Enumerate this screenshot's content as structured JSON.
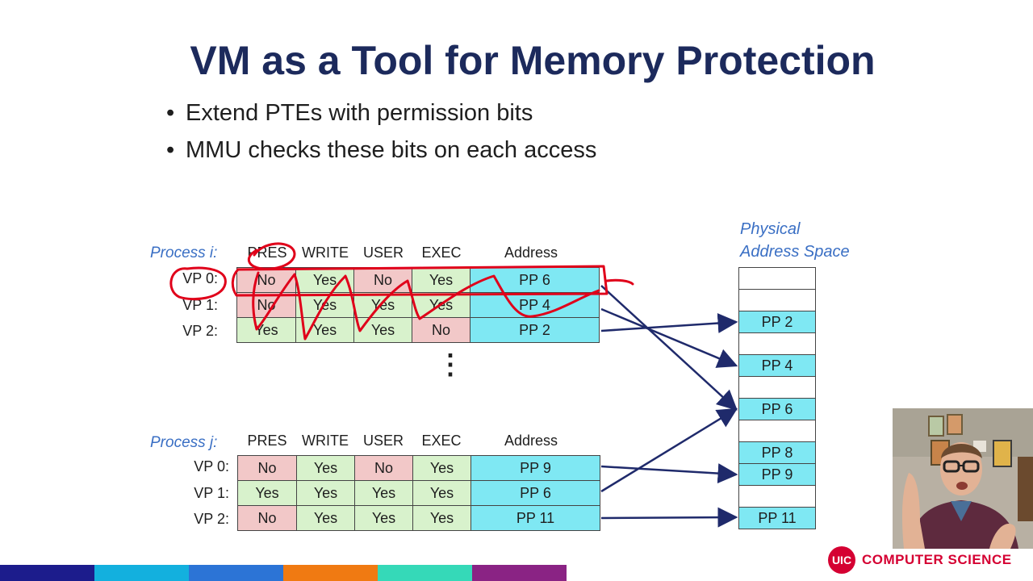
{
  "slide": {
    "title": "VM as a Tool for Memory Protection",
    "bullets": [
      "Extend PTEs with permission bits",
      "MMU checks these bits on each access"
    ]
  },
  "columns": [
    "PRES",
    "WRITE",
    "USER",
    "EXEC",
    "Address"
  ],
  "process_i": {
    "label": "Process i:",
    "rows": [
      {
        "vp": "VP 0:",
        "pres": "No",
        "write": "Yes",
        "user": "No",
        "exec": "Yes",
        "address": "PP 6"
      },
      {
        "vp": "VP 1:",
        "pres": "No",
        "write": "Yes",
        "user": "Yes",
        "exec": "Yes",
        "address": "PP 4"
      },
      {
        "vp": "VP 2:",
        "pres": "Yes",
        "write": "Yes",
        "user": "Yes",
        "exec": "No",
        "address": "PP 2"
      }
    ]
  },
  "ellipsis": "⋮",
  "process_j": {
    "label": "Process j:",
    "rows": [
      {
        "vp": "VP 0:",
        "pres": "No",
        "write": "Yes",
        "user": "No",
        "exec": "Yes",
        "address": "PP 9"
      },
      {
        "vp": "VP 1:",
        "pres": "Yes",
        "write": "Yes",
        "user": "Yes",
        "exec": "Yes",
        "address": "PP 6"
      },
      {
        "vp": "VP 2:",
        "pres": "No",
        "write": "Yes",
        "user": "Yes",
        "exec": "Yes",
        "address": "PP 11"
      }
    ]
  },
  "physical": {
    "label_line1": "Physical",
    "label_line2": "Address Space",
    "slots": [
      "",
      "",
      "PP 2",
      "",
      "PP 4",
      "",
      "PP 6",
      "",
      "PP 8",
      "PP 9",
      "",
      "PP 11"
    ]
  },
  "logo": {
    "mark": "UIC",
    "text": "COMPUTER SCIENCE"
  },
  "colors": {
    "title": "#1c2a5c",
    "label": "#3a6fc4",
    "no_cell": "#f2c8c8",
    "yes_cell": "#d8f2cc",
    "address_cell": "#7fe8f3",
    "arrow": "#1f2a6b",
    "annotation": "#e0001a",
    "logo_red": "#d50032",
    "strip": [
      "#1c1c8c",
      "#13b0de",
      "#2c74d6",
      "#f07a12",
      "#35d9b8",
      "#8a2384"
    ]
  }
}
